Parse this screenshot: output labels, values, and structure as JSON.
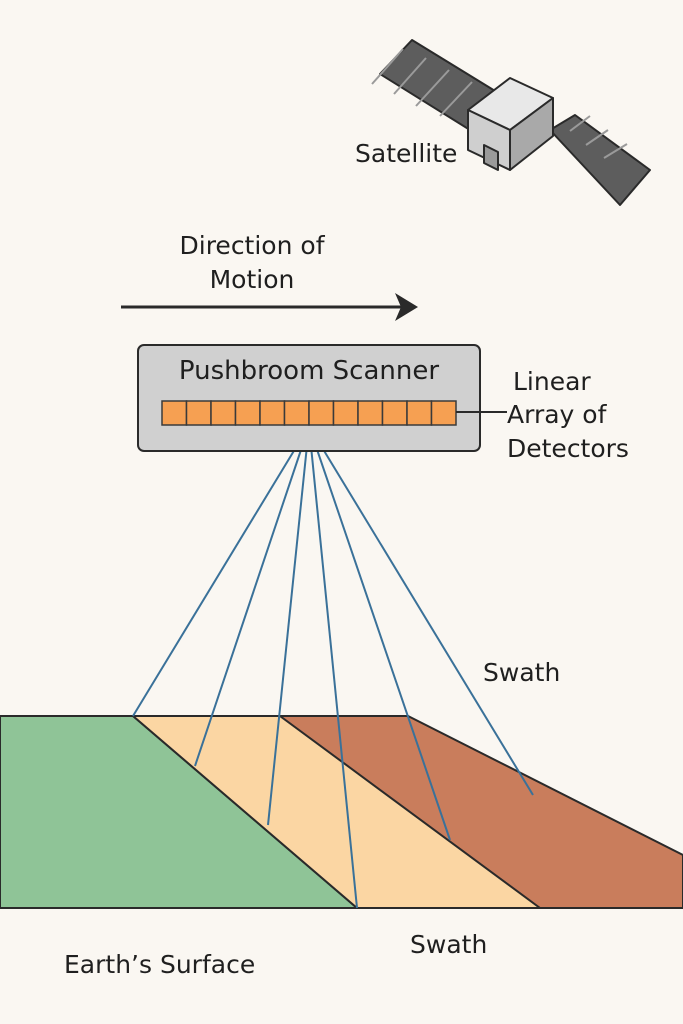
{
  "labels": {
    "satellite": "Satellite",
    "direction_line1": "Direction of",
    "direction_line2": "Motion",
    "scanner_title": "Pushbroom Scanner",
    "detectors_line1": "Linear",
    "detectors_line2": "Array of",
    "detectors_line3": "Detectors",
    "swath_upper": "Swath",
    "swath_lower": "Swath",
    "earth": "Earth’s Surface"
  },
  "colors": {
    "background": "#faf7f2",
    "green_field": "#8fc497",
    "tan_field": "#fbd6a3",
    "brown_field": "#c97d5c",
    "detector_cell": "#f6a052",
    "scanner_body": "#d0d0d0",
    "ray": "#3a7199",
    "outline": "#2a2a2a"
  },
  "detector_count": 12,
  "icons": {
    "satellite": "satellite-icon",
    "direction": "arrow-right-icon"
  }
}
